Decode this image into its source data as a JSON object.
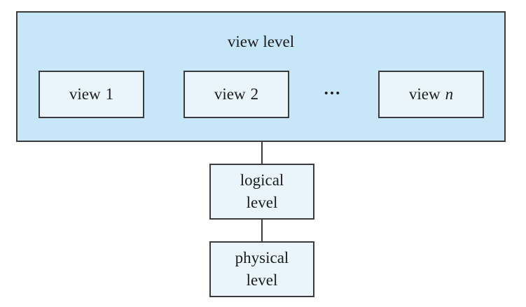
{
  "diagram": {
    "view_level_label": "view level",
    "views": [
      {
        "prefix": "view",
        "suffix": "1"
      },
      {
        "prefix": "view",
        "suffix": "2"
      },
      {
        "prefix": "view",
        "suffix": "n"
      }
    ],
    "ellipsis": "•••",
    "levels": [
      {
        "line1": "logical",
        "line2": "level"
      },
      {
        "line1": "physical",
        "line2": "level"
      }
    ],
    "colors": {
      "outer_fill": "#c7e6f7",
      "inner_fill": "#e9f4fb",
      "border": "#3b3b3b",
      "text": "#1c1c1c"
    }
  }
}
